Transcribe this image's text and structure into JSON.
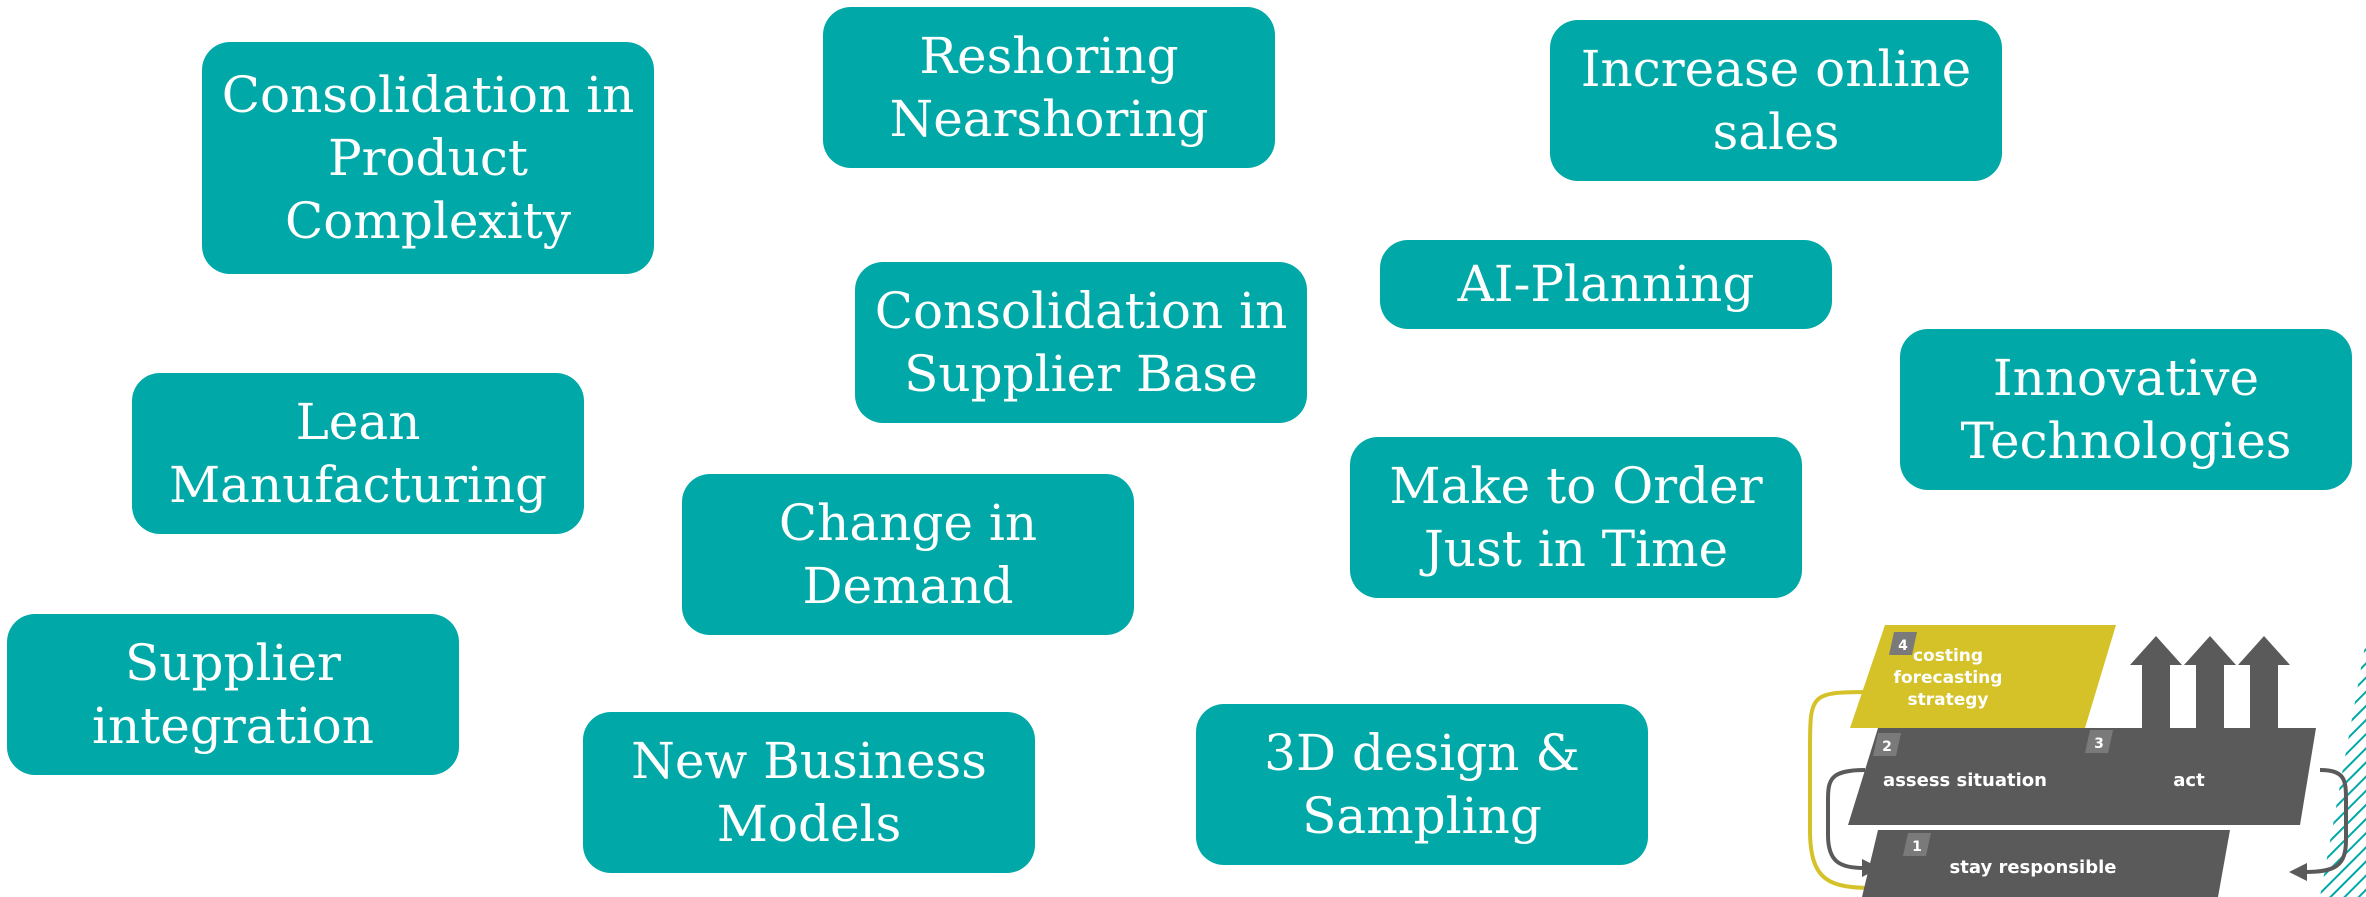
{
  "boxes": [
    {
      "lines": [
        "Consolidation in",
        "Product",
        "Complexity"
      ]
    },
    {
      "lines": [
        "Reshoring",
        "Nearshoring"
      ]
    },
    {
      "lines": [
        "Increase online",
        "sales"
      ]
    },
    {
      "lines": [
        "Consolidation in",
        "Supplier Base"
      ]
    },
    {
      "lines": [
        "AI-Planning"
      ]
    },
    {
      "lines": [
        "Innovative",
        "Technologies"
      ]
    },
    {
      "lines": [
        "Lean",
        "Manufacturing"
      ]
    },
    {
      "lines": [
        "Change in",
        "Demand"
      ]
    },
    {
      "lines": [
        "Make to Order",
        "Just in Time"
      ]
    },
    {
      "lines": [
        "Supplier",
        "integration"
      ]
    },
    {
      "lines": [
        "New Business",
        "Models"
      ]
    },
    {
      "lines": [
        "3D design &",
        "Sampling"
      ]
    }
  ],
  "cycle": {
    "step4_number": "4",
    "step4_lines": [
      "costing",
      "forecasting",
      "strategy"
    ],
    "step2_number": "2",
    "step2_label": "assess situation",
    "step3_number": "3",
    "step3_label": "act",
    "step1_number": "1",
    "step1_label": "stay responsible",
    "colors": {
      "teal": "#00A9A7",
      "yellow": "#D4C228",
      "gray": "#5A5A5A"
    }
  }
}
